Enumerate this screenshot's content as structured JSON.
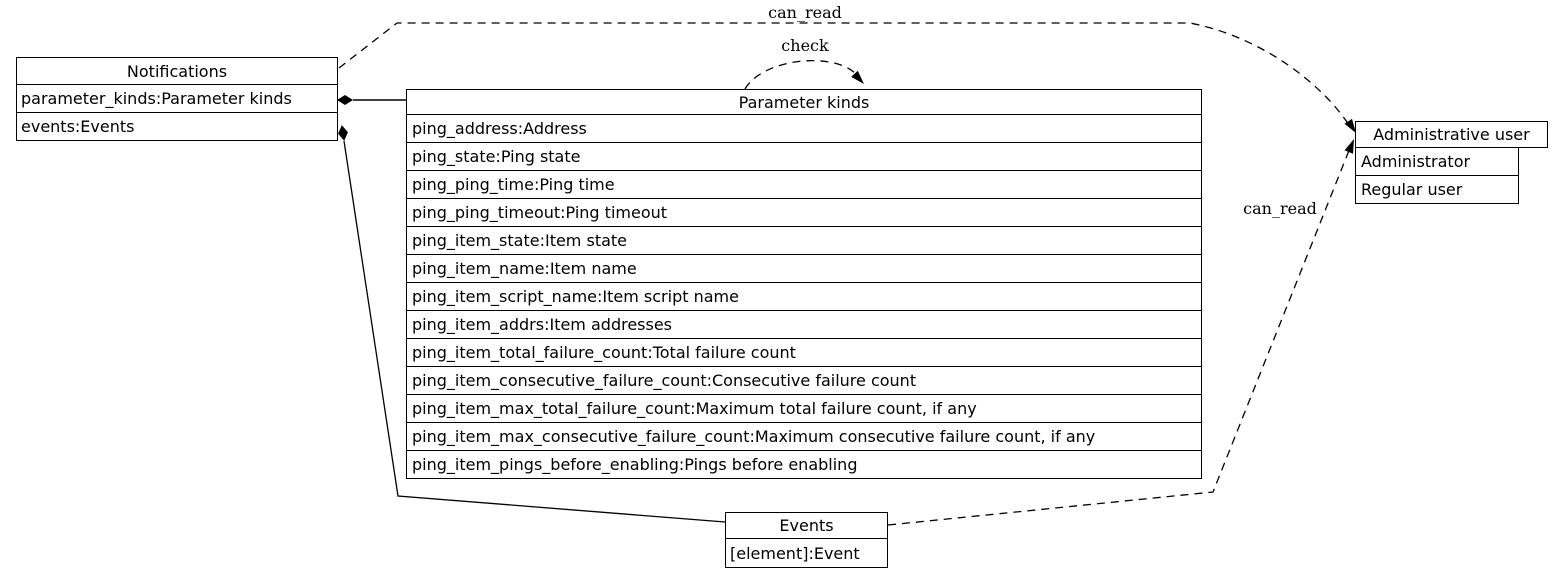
{
  "diagram": {
    "nodes": {
      "notifications": {
        "title": "Notifications",
        "fields": [
          "parameter_kinds:Parameter kinds",
          "events:Events"
        ]
      },
      "parameter_kinds": {
        "title": "Parameter kinds",
        "fields": [
          "ping_address:Address",
          "ping_state:Ping state",
          "ping_ping_time:Ping time",
          "ping_ping_timeout:Ping timeout",
          "ping_item_state:Item state",
          "ping_item_name:Item name",
          "ping_item_script_name:Item script name",
          "ping_item_addrs:Item addresses",
          "ping_item_total_failure_count:Total failure count",
          "ping_item_consecutive_failure_count:Consecutive failure count",
          "ping_item_max_total_failure_count:Maximum total failure count, if any",
          "ping_item_max_consecutive_failure_count:Maximum consecutive failure count, if any",
          "ping_item_pings_before_enabling:Pings before enabling"
        ]
      },
      "administrative_user": {
        "title": "Administrative user",
        "fields": [
          "Administrator",
          "Regular user"
        ]
      },
      "events": {
        "title": "Events",
        "fields": [
          "[element]:Event"
        ]
      }
    },
    "edges": [
      {
        "from": "Notifications",
        "to": "Administrative user",
        "label": "can_read",
        "style": "dashed-arrow"
      },
      {
        "from": "Parameter kinds",
        "to": "Parameter kinds",
        "label": "check",
        "style": "dashed-arrow"
      },
      {
        "from": "Events",
        "to": "Administrative user",
        "label": "can_read",
        "style": "dashed-arrow"
      },
      {
        "from": "Notifications",
        "to": "Parameter kinds",
        "label": "",
        "style": "solid-diamond"
      },
      {
        "from": "Notifications",
        "to": "Events",
        "label": "",
        "style": "solid-diamond"
      }
    ],
    "colors": {
      "line": "#000000",
      "text": "#000000",
      "background": "#ffffff"
    }
  }
}
